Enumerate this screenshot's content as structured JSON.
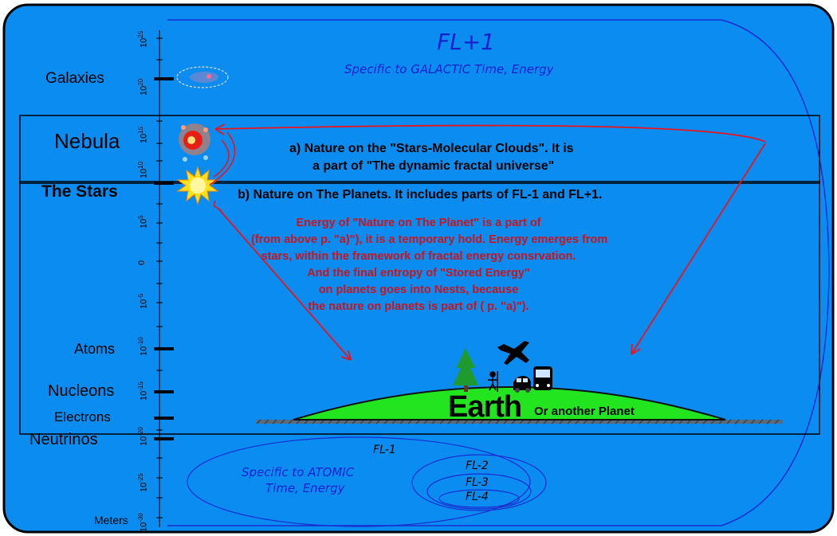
{
  "fl_plus1": {
    "title": "FL+1",
    "subtitle": "Specific to GALACTIC Time, Energy"
  },
  "scale": {
    "labels": [
      {
        "text": "Galaxies",
        "key": "galaxies"
      },
      {
        "text": "Nebula",
        "key": "nebula"
      },
      {
        "text": "The Stars",
        "key": "stars"
      },
      {
        "text": "Atoms",
        "key": "atoms"
      },
      {
        "text": "Nucleons",
        "key": "nucleons"
      },
      {
        "text": "Electrons",
        "key": "electrons"
      },
      {
        "text": "Neutrinos",
        "key": "neutrinos"
      },
      {
        "text": "Meters",
        "key": "meters"
      }
    ],
    "ticks": [
      "10^25",
      "10^20",
      "10^15",
      "10^10",
      "10^5",
      "0",
      "10^-5",
      "10^-10",
      "10^-15",
      "10^-20",
      "10^-25",
      "10^-30"
    ]
  },
  "nebula_box": {
    "line1": "a) Nature on the \"Stars-Molecular Clouds\". It is",
    "line2": "a part of \"The dynamic fractal universe\""
  },
  "planets_box": {
    "heading": "b) Nature on The Planets. It includes parts of FL-1  and FL+1.",
    "paragraph": [
      "Energy of \"Nature on The Planet\" is a part of",
      "(from above p. \"a)\"), it is a temporary hold. Energy emerges from",
      "stars, within the framework of fractal energy consrvation.",
      "And the final entropy of \"Stored Energy\"",
      "on planets goes into Nests, because",
      "the nature on planets is part of ( p. \"a)\")."
    ]
  },
  "earth": {
    "label": "Earth",
    "sublabel": "Or another Planet"
  },
  "fl_minus": {
    "fl1": "FL-1",
    "fl1_desc_line1": "Specific to ATOMIC",
    "fl1_desc_line2": "Time, Energy",
    "fl2": "FL-2",
    "fl3": "FL-3",
    "fl4": "FL-4"
  },
  "colors": {
    "background": "#0b8cf0",
    "frame_line": "#1a2ccf",
    "arrow": "#e8141e",
    "earth": "#22e41f",
    "tree": "#1f9a2e"
  }
}
